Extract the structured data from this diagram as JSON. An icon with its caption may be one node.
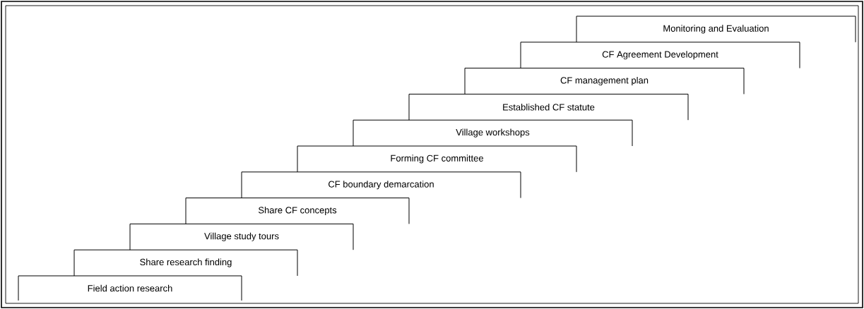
{
  "diagram": {
    "nodes": [
      {
        "text": [
          "Field action research"
        ]
      },
      {
        "text": [
          "Share research finding"
        ]
      },
      {
        "text": [
          "Village study tours"
        ]
      },
      {
        "text": [
          "Share CF concepts"
        ]
      },
      {
        "text": [
          "CF boundary demarcation"
        ]
      },
      {
        "text": [
          "Forming CF committee"
        ]
      },
      {
        "text": [
          "Village workshops"
        ]
      },
      {
        "text": [
          "Established CF statute"
        ]
      },
      {
        "text": [
          "CF management plan"
        ]
      },
      {
        "text": [
          "CF Agreement Development"
        ]
      },
      {
        "text": [
          "Monitoring and Evaluation"
        ]
      }
    ]
  }
}
